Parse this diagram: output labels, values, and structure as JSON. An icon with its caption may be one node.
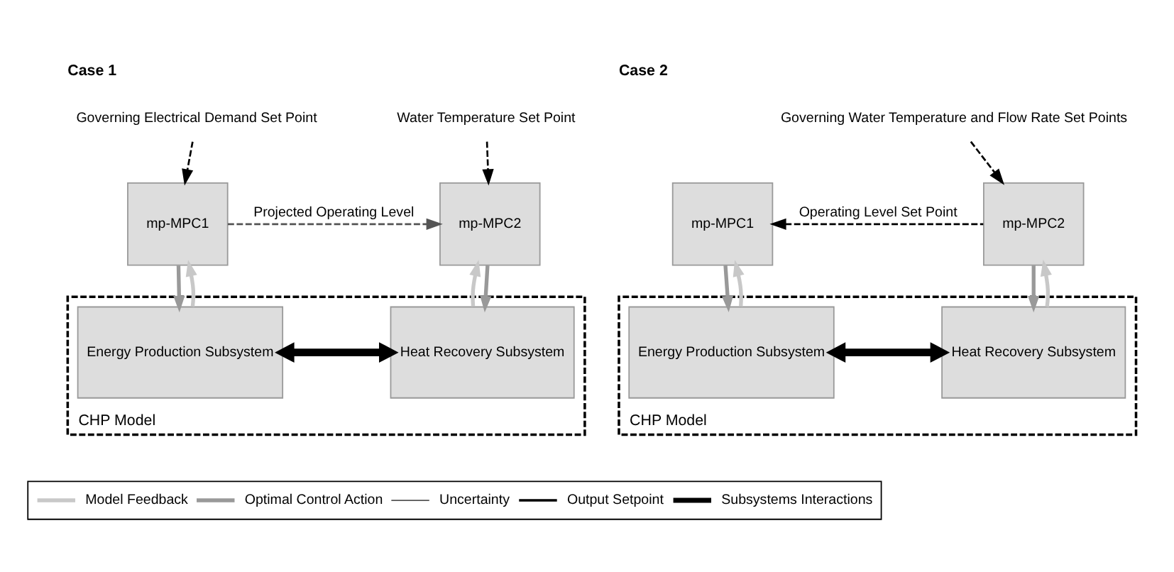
{
  "diagram": {
    "nodes": [
      {
        "text": [
          "Governing Electrical Demand Set Point"
        ]
      },
      {
        "text": [
          "Water Temperature Set Point"
        ]
      },
      {
        "text": [
          "mp-MPC1"
        ]
      },
      {
        "text": [
          "mp-MPC2"
        ]
      },
      {
        "text": [
          "CHP Model"
        ]
      },
      {
        "text": [
          "Energy Production Subsystem"
        ],
        "in": 4
      },
      {
        "text": [
          "Heat Recovery Subsystem"
        ],
        "in": 4
      },
      {
        "text": [
          "Governing Water Temperature and Flow Rate Set Points"
        ]
      },
      {
        "text": [
          "mp-MPC1"
        ]
      },
      {
        "text": [
          "mp-MPC2"
        ]
      },
      {
        "text": [
          "CHP Model"
        ]
      },
      {
        "text": [
          "Energy Production Subsystem"
        ],
        "in": 10
      },
      {
        "text": [
          "Heat Recovery Subsystem"
        ],
        "in": 10
      }
    ],
    "edges": [
      {
        "from": 0,
        "to": 2,
        "arrow": "to",
        "style": "dashed"
      },
      {
        "from": 1,
        "to": 3,
        "arrow": "to",
        "style": "dashed"
      },
      {
        "from": 2,
        "to": 3,
        "arrow": "to",
        "label": "Projected Operating Level",
        "style": "dashed",
        "color": "#555555"
      },
      {
        "from": 5,
        "to": 2,
        "arrow": "to",
        "color": "#c8c8c8"
      },
      {
        "from": 2,
        "to": 5,
        "arrow": "to",
        "color": "#999999"
      },
      {
        "from": 6,
        "to": 3,
        "arrow": "to",
        "color": "#c8c8c8"
      },
      {
        "from": 3,
        "to": 6,
        "arrow": "to",
        "color": "#999999"
      },
      {
        "from": 5,
        "to": 6,
        "arrow": "both",
        "style": "thick"
      },
      {
        "from": 7,
        "to": 9,
        "arrow": "to",
        "style": "dashed"
      },
      {
        "from": 9,
        "to": 8,
        "arrow": "to",
        "label": "Operating Level Set Point",
        "style": "dashed"
      },
      {
        "from": 11,
        "to": 8,
        "arrow": "to",
        "color": "#c8c8c8"
      },
      {
        "from": 8,
        "to": 11,
        "arrow": "to",
        "color": "#999999"
      },
      {
        "from": 12,
        "to": 9,
        "arrow": "to",
        "color": "#c8c8c8"
      },
      {
        "from": 9,
        "to": 12,
        "arrow": "to",
        "color": "#999999"
      },
      {
        "from": 11,
        "to": 12,
        "arrow": "both",
        "style": "thick"
      }
    ],
    "labels": [
      "Case 1",
      "Case 2"
    ],
    "legend": [
      {
        "text": "Model Feedback"
      },
      {
        "text": "Optimal Control Action"
      },
      {
        "text": "Uncertainty"
      },
      {
        "text": "Output Setpoint"
      },
      {
        "text": "Subsystems Interactions"
      }
    ]
  }
}
